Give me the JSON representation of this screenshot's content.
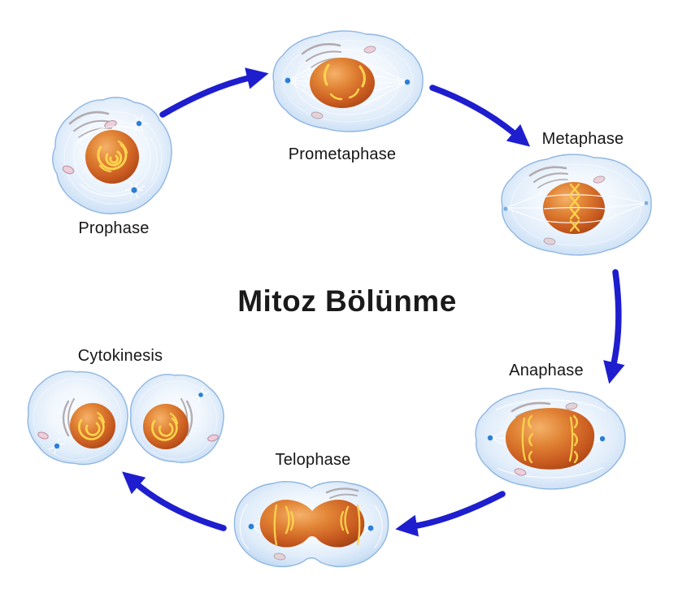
{
  "title": "Mitoz Bölünme",
  "stages": [
    {
      "id": "prophase",
      "label": "Prophase"
    },
    {
      "id": "prometaphase",
      "label": "Prometaphase"
    },
    {
      "id": "metaphase",
      "label": "Metaphase"
    },
    {
      "id": "anaphase",
      "label": "Anaphase"
    },
    {
      "id": "telophase",
      "label": "Telophase"
    },
    {
      "id": "cytokinesis",
      "label": "Cytokinesis"
    }
  ],
  "colors": {
    "arrow": "#1e1ecf",
    "label_text": "#161616",
    "title_text": "#1a1a1a",
    "background": "#ffffff",
    "cell_rim": "#b9d5f0",
    "cell_outline": "#8fb6e2",
    "nucleus": "#c55b21",
    "chromosome": "#ffd44e",
    "centrosome": "#2a7fd8",
    "golgi": "#a8a0a4",
    "mitochondria": "#eccfdb"
  }
}
